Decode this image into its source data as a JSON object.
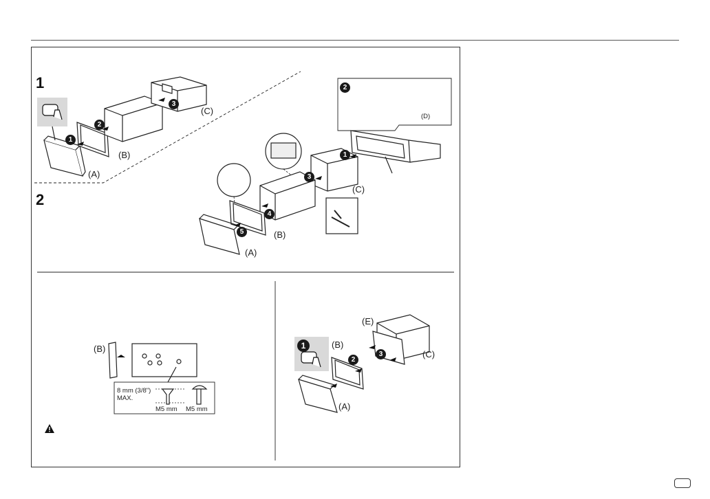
{
  "steps": {
    "one": "1",
    "two": "2"
  },
  "labels": {
    "a": "(A)",
    "b": "(B)",
    "c": "(C)",
    "d": "(D)",
    "e": "(E)",
    "screw_note": "8 mm (3/8\")",
    "screw_max": "MAX.",
    "screw_m5_left": "M5 mm",
    "screw_m5_right": "M5 mm"
  },
  "callouts": {
    "n1": "1",
    "n2": "2",
    "n3": "3",
    "n4": "4",
    "n5": "5"
  },
  "icons": {
    "warning": "warning-triangle-icon",
    "hand_press": "hand-press-icon"
  }
}
